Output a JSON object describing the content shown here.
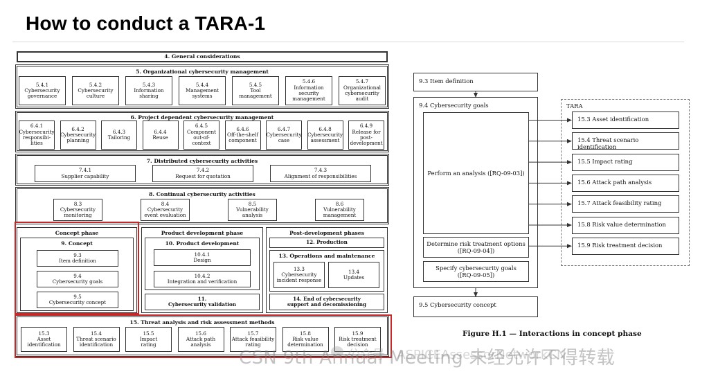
{
  "slide": {
    "title": "How to conduct a TARA-1"
  },
  "left_figure": {
    "general": "4. General considerations",
    "org": {
      "title": "5. Organizational cybersecurity management",
      "items": [
        "5.4.1\nCybersecurity\ngovernance",
        "5.4.2\nCybersecurity\nculture",
        "5.4.3\nInformation\nsharing",
        "5.4.4\nManagement\nsystems",
        "5.4.5\nTool\nmanagement",
        "5.4.6\nInformation\nsecurity\nmanagement",
        "5.4.7\nOrganizational\ncybersecurity\naudit"
      ]
    },
    "project": {
      "title": "6. Project dependent cybersecurity management",
      "items": [
        "6.4.1\nCybersecurity\nresponsibi-\nlities",
        "6.4.2\nCybersecurity\nplanning",
        "6.4.3\nTailoring",
        "6.4.4\nReuse",
        "6.4.5\nComponent\nout-of-context",
        "6.4.6\nOff-the-shelf\ncomponent",
        "6.4.7\nCybersecurity\ncase",
        "6.4.8\nCybersecurity\nassessment",
        "6.4.9\nRelease for\npost-\ndevelopment"
      ]
    },
    "distributed": {
      "title": "7. Distributed cybersecurity activities",
      "items": [
        "7.4.1\nSupplier capability",
        "7.4.2\nRequest for quotation",
        "7.4.3\nAlignment of responsibilities"
      ]
    },
    "continual": {
      "title": "8. Continual cybersecurity activities",
      "items": [
        "8.3\nCybersecurity\nmonitoring",
        "8.4\nCybersecurity\nevent evaluation",
        "8.5\nVulnerability\nanalysis",
        "8.6\nVulnerability\nmanagement"
      ]
    },
    "concept": {
      "phase": "Concept phase",
      "title": "9. Concept",
      "items": [
        "9.3\nItem definition",
        "9.4\nCybersecurity goals",
        "9.5\nCybersecurity concept"
      ]
    },
    "product": {
      "phase": "Product development phase",
      "title": "10. Product development",
      "items": [
        "10.4.1\nDesign",
        "10.4.2\nIntegration and verification"
      ],
      "validation": "11.\nCybersecurity validation"
    },
    "post": {
      "phase": "Post-development phases",
      "production": "12. Production",
      "ops_title": "13. Operations and maintenance",
      "ops_items": [
        "13.3\nCybersecurity\nincident response",
        "13.4\nUpdates"
      ],
      "end": "14. End of cybersecurity\nsupport and decomissioning"
    },
    "tara": {
      "title": "15. Threat analysis and risk assessment methods",
      "items": [
        "15.3\nAsset\nidentification",
        "15.4\nThreat scenario\nidentification",
        "15.5\nImpact\nrating",
        "15.6\nAttack path\nanalysis",
        "15.7\nAttack feasibility\nrating",
        "15.8\nRisk value\ndetermination",
        "15.9\nRisk treatment\ndecision"
      ]
    }
  },
  "right_figure": {
    "item_definition": "9.3 Item definition",
    "goals_label": "9.4 Cybersecurity goals",
    "perform": "Perform an analysis ([RQ-09-03])",
    "determine": "Determine risk treatment options\n([RQ-09-04])",
    "specify": "Specify cybersecurity goals\n([RQ-09-05])",
    "concept": "9.5 Cybersecurity concept",
    "tara_label": "TARA",
    "tara_items": [
      "15.3 Asset identification",
      "15.4 Threat scenario identification",
      "15.5 Impact rating",
      "15.6 Attack path analysis",
      "15.7 Attack feasibility rating",
      "15.8 Risk value determination",
      "15.9 Risk treatment decision"
    ],
    "caption": "Figure H.1 — Interactions in concept phase"
  },
  "watermark": {
    "line1": "公众号 · ASPICEAssessorNetworkCN",
    "line2": "CSN 9th Annual Meeting 未经允许不得转载"
  },
  "colors": {
    "highlight": "#c62828",
    "border": "#333333"
  }
}
